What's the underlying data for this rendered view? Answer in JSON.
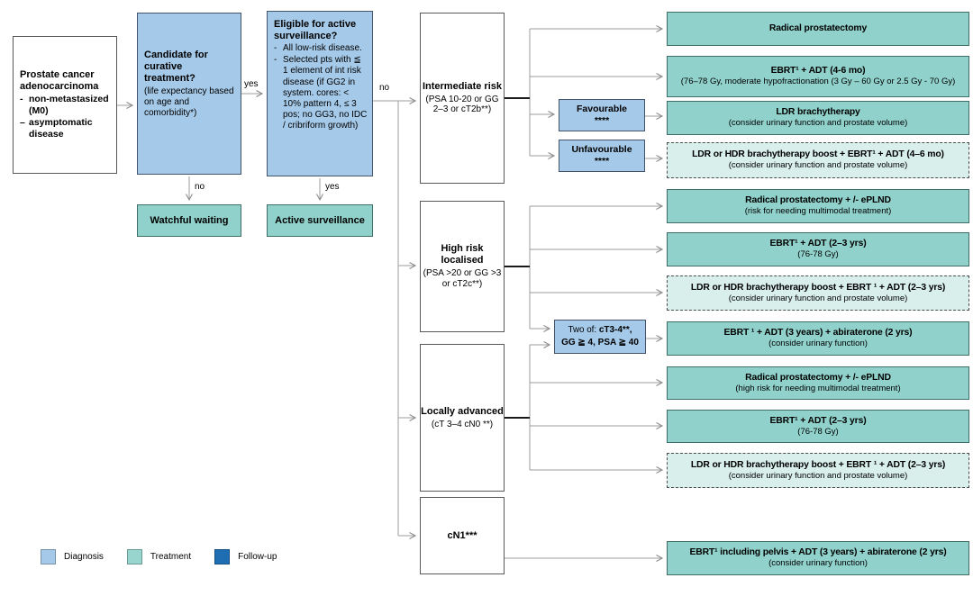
{
  "nodes": {
    "start": {
      "title": "Prostate cancer adenocarcinoma",
      "bullet1": "-",
      "item1": "non-metastasized (M0)",
      "bullet2": "–",
      "item2": "asymptomatic disease"
    },
    "candidate": {
      "title": "Candidate for curative treatment?",
      "sub": "(life expectancy based on age and comorbidity*)"
    },
    "watchful": {
      "label": "Watchful waiting"
    },
    "eligible": {
      "title": "Eligible for active surveillance?",
      "bullet1": "-",
      "item1": "All low-risk disease.",
      "bullet2": "-",
      "item2": "Selected pts with ≦ 1 element of int risk disease (if GG2 in system. cores: < 10% pattern 4, ≤ 3 pos; no GG3, no IDC / cribriform growth)"
    },
    "active_surveillance": {
      "label": "Active surveillance"
    },
    "intermediate": {
      "title": "Intermediate risk",
      "sub": "(PSA 10-20 or GG 2–3 or cT2b**)"
    },
    "high_risk": {
      "title": "High risk localised",
      "sub": "(PSA >20 or GG >3 or cT2c**)"
    },
    "locally_advanced": {
      "title": "Locally advanced",
      "sub": "(cT 3–4 cN0 **)"
    },
    "cn1": {
      "title": "cN1***"
    },
    "favourable": {
      "title": "Favourable",
      "stars": "****"
    },
    "unfavourable": {
      "title": "Unfavourable",
      "stars": "****"
    },
    "two_of": {
      "prefix": "Two of: ",
      "bold1": "cT3-4**,",
      "line2": "GG ≧ 4, PSA ≧ 40"
    }
  },
  "treatments": {
    "t1": {
      "title": "Radical prostatectomy"
    },
    "t2": {
      "title": "EBRT¹ + ADT (4-6 mo)",
      "sub": "(76–78 Gy, moderate hypofractionation (3 Gy – 60 Gy or 2.5 Gy - 70 Gy)"
    },
    "t3": {
      "title": "LDR brachytherapy",
      "sub": "(consider urinary function and prostate volume)"
    },
    "t4": {
      "title": "LDR or HDR brachytherapy boost + EBRT¹ + ADT (4–6 mo)",
      "sub": "(consider urinary function and prostate volume)"
    },
    "t5": {
      "title": "Radical prostatectomy + /- ePLND",
      "sub": "(risk for needing multimodal treatment)"
    },
    "t6": {
      "title": "EBRT¹ + ADT (2–3 yrs)",
      "sub": "(76-78 Gy)"
    },
    "t7": {
      "title": "LDR or HDR brachytherapy boost + EBRT ¹ + ADT (2–3 yrs)",
      "sub": "(consider urinary function and prostate volume)"
    },
    "t8": {
      "title": "EBRT ¹ + ADT (3 years) + abiraterone (2 yrs)",
      "sub": "(consider urinary function)"
    },
    "t9": {
      "title": "Radical prostatectomy + /- ePLND",
      "sub": "(high risk for needing multimodal treatment)"
    },
    "t10": {
      "title": "EBRT¹ + ADT (2–3 yrs)",
      "sub": "(76-78 Gy)"
    },
    "t11": {
      "title": "LDR or HDR brachytherapy boost + EBRT ¹ + ADT (2–3 yrs)",
      "sub": "(consider urinary function and prostate volume)"
    },
    "t12": {
      "title": "EBRT¹ including pelvis + ADT (3 years) + abiraterone (2 yrs)",
      "sub": "(consider urinary function)"
    }
  },
  "edges": {
    "yes1": "yes",
    "no1": "no",
    "no2": "no",
    "yes2": "yes"
  },
  "legend": {
    "items": [
      {
        "label": "Diagnosis",
        "color": "#A5C9E8"
      },
      {
        "label": "Treatment",
        "color": "#98D5CE"
      },
      {
        "label": "Follow-up",
        "color": "#1F6EB4"
      }
    ]
  },
  "colors": {
    "diagnosis_fill": "#A5C9E8",
    "treatment_fill": "#90D2CB",
    "treatment_light_fill": "#D9EFEC",
    "followup_fill": "#1F6EB4"
  }
}
